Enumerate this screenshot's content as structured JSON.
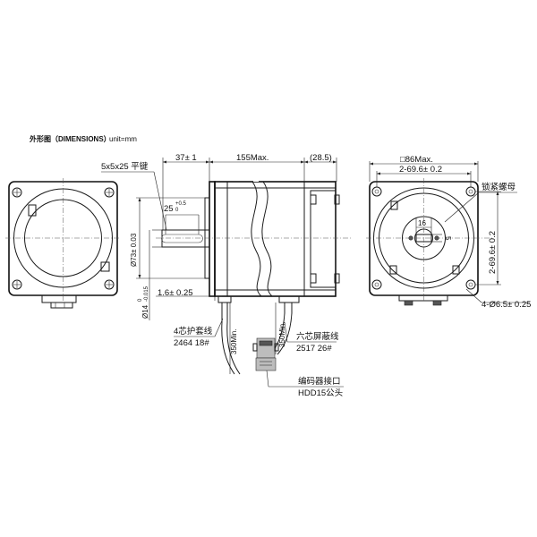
{
  "title": {
    "label": "外形图（DIMENSIONS）",
    "unit": "unit=mm"
  },
  "dimensions": {
    "key": "5x5x25 平键",
    "shaft_len": "37± 1",
    "body_len": "155Max.",
    "rear_len": "(28.5)",
    "key_len": "25",
    "key_tol_up": "+0.5",
    "key_tol_dn": "0",
    "pilot_dia": "Ø73± 0.03",
    "flange_thk": "1.6± 0.25",
    "shaft_dia": "Ø14",
    "shaft_tol_up": "0",
    "shaft_tol_dn": "-0.015",
    "square": "□86Max.",
    "hole_pitch_h": "2-69.6± 0.2",
    "hole_pitch_v": "2-69.6± 0.2",
    "holes": "4-Ø6.5± 0.25",
    "shaft_flat": "16",
    "flat_size": "5",
    "lock_nut": "锁紧螺母"
  },
  "cables": {
    "cable1_name": "4芯护套线",
    "cable1_spec": "2464 18#",
    "cable1_len": "350Min.",
    "cable2_name": "六芯屏蔽线",
    "cable2_spec": "2517 26#",
    "cable2_len": "350Min.",
    "connector_name": "编码器接口",
    "connector_spec": "HDD15公头"
  }
}
